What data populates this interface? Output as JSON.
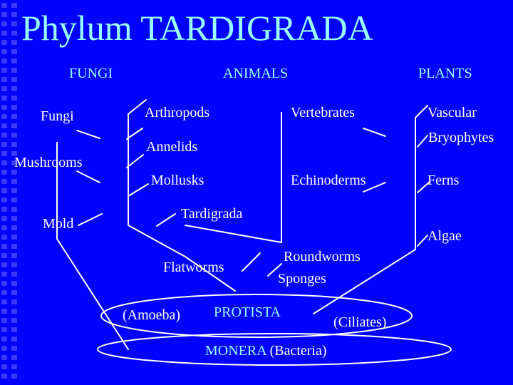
{
  "title": "Phylum TARDIGRADA",
  "kingdoms": {
    "fungi": "FUNGI",
    "animals": "ANIMALS",
    "plants": "PLANTS"
  },
  "fungi_branch": {
    "fungi": "Fungi",
    "mushrooms": "Mushrooms",
    "mold": "Mold"
  },
  "animal_branch": {
    "arthropods": "Arthropods",
    "vertebrates": "Vertebrates",
    "annelids": "Annelids",
    "mollusks": "Mollusks",
    "echinoderms": "Echinoderms",
    "tardigrada": "Tardigrada",
    "flatworms": "Flatworms",
    "roundworms": "Roundworms",
    "sponges": "Sponges"
  },
  "plant_branch": {
    "vascular": "Vascular",
    "bryophytes": "Bryophytes",
    "ferns": "Ferns",
    "algae": "Algae"
  },
  "base": {
    "amoeba": "(Amoeba)",
    "protista": "PROTISTA",
    "ciliates": "(Ciliates)",
    "monera": "MONERA",
    "bacteria": "(Bacteria)"
  },
  "colors": {
    "background": "#0000ff",
    "title": "#99ffff",
    "text": "#ffffff",
    "lines": "#ffffff"
  }
}
